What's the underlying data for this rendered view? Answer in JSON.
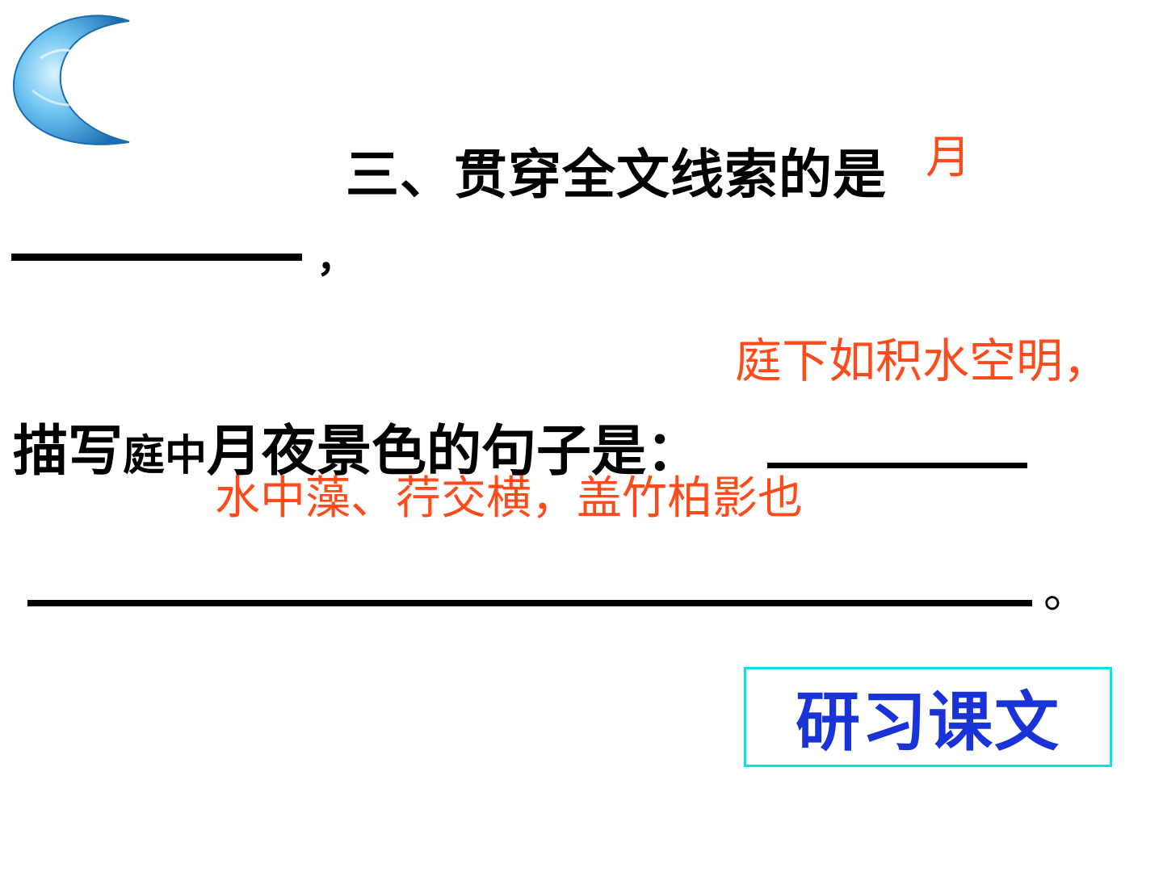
{
  "question": {
    "title": "三、贯穿全文线索的是",
    "comma": "，",
    "description_parts": [
      "描写",
      "庭中",
      "月夜景色的句子是："
    ],
    "period": "。"
  },
  "answers": {
    "clue": "月",
    "scene_line1": "庭下如积水空明，",
    "scene_line2": "水中藻、荇交横，盖竹柏影也"
  },
  "study_button": {
    "label": "研习课文",
    "border_color": "#00e6f0",
    "text_color": "#1a33d6"
  },
  "colors": {
    "answer_red": "#ff4b1c",
    "moon_blue": "#2f8fd0"
  },
  "icons": {
    "decoration": "crescent-moon-icon"
  }
}
